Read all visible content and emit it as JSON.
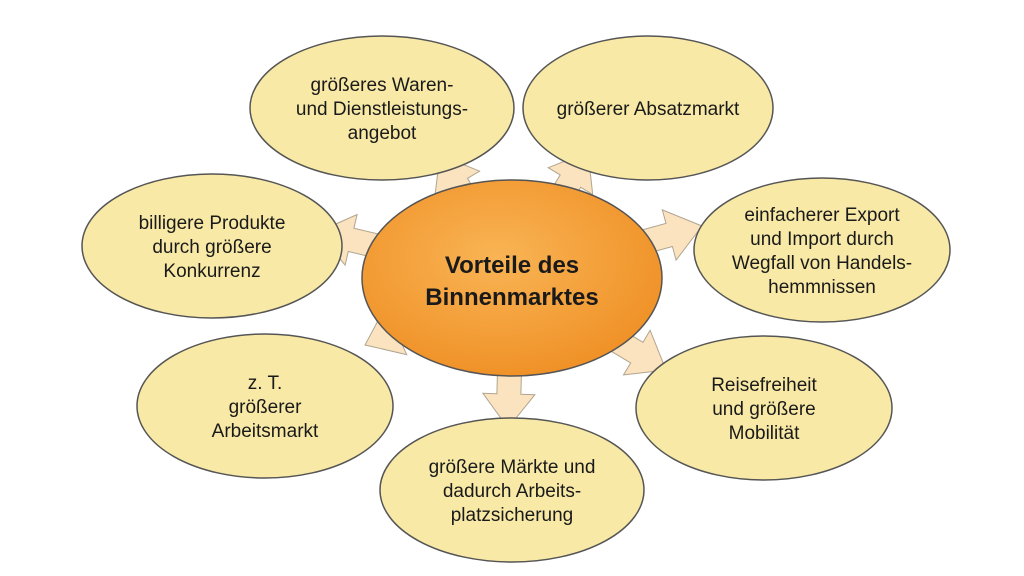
{
  "center": {
    "lines": [
      "Vorteile des",
      "Binnenmarktes"
    ]
  },
  "nodes": [
    {
      "id": "top-left",
      "lines": [
        "größeres Waren-",
        "und Dienstleistungs-",
        "angebot"
      ]
    },
    {
      "id": "top-right",
      "lines": [
        "größerer Absatzmarkt"
      ]
    },
    {
      "id": "right-top",
      "lines": [
        "einfacherer Export",
        "und Import durch",
        "Wegfall von Handels-",
        "hemmnissen"
      ]
    },
    {
      "id": "right-bottom",
      "lines": [
        "Reisefreiheit",
        "und größere",
        "Mobilität"
      ]
    },
    {
      "id": "bottom",
      "lines": [
        "größere Märkte und",
        "dadurch Arbeits-",
        "platzsicherung"
      ]
    },
    {
      "id": "left-bottom",
      "lines": [
        "z. T.",
        "größerer",
        "Arbeitsmarkt"
      ]
    },
    {
      "id": "left-top",
      "lines": [
        "billigere Produkte",
        "durch größere",
        "Konkurrenz"
      ]
    }
  ],
  "colors": {
    "center_fill": "#f5a03a",
    "center_stroke": "#555555",
    "node_fill": "#f8eaa6",
    "node_stroke": "#555555",
    "arrow_fill": "#fbe3bf",
    "arrow_stroke": "#b0a590"
  }
}
